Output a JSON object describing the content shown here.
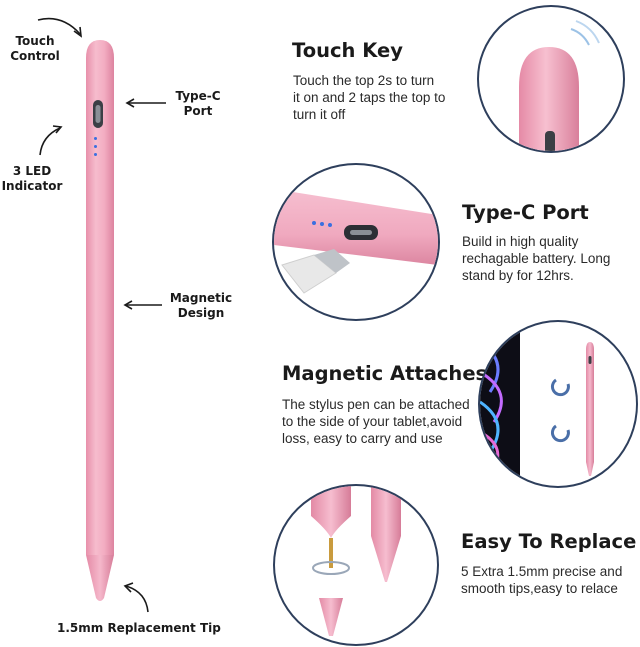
{
  "callouts": {
    "touch_control": [
      "Touch",
      "Control"
    ],
    "type_c_port": [
      "Type-C",
      "Port"
    ],
    "led_indicator": [
      "3 LED",
      "Indicator"
    ],
    "magnetic_design": [
      "Magnetic",
      "Design"
    ],
    "replacement_tip": "1.5mm Replacement Tip"
  },
  "features": [
    {
      "title": "Touch Key",
      "lines": [
        "Touch the top 2s to turn",
        "it on and 2 taps the top to",
        "turn it off"
      ]
    },
    {
      "title": "Type-C Port",
      "lines": [
        "Build in high quality",
        "rechagable battery. Long",
        "stand by for 12hrs."
      ]
    },
    {
      "title": "Magnetic Attaches",
      "lines": [
        "The stylus pen can be attached",
        "to the side of your tablet,avoid",
        "loss, easy to carry and use"
      ]
    },
    {
      "title": "Easy To Replace",
      "lines": [
        "5 Extra 1.5mm precise and",
        "smooth tips,easy to relace"
      ]
    }
  ],
  "colors": {
    "pen_pink": "#f2a8bf",
    "circle_border": "#2e3f5c",
    "led_blue": "#3b6fe0"
  }
}
